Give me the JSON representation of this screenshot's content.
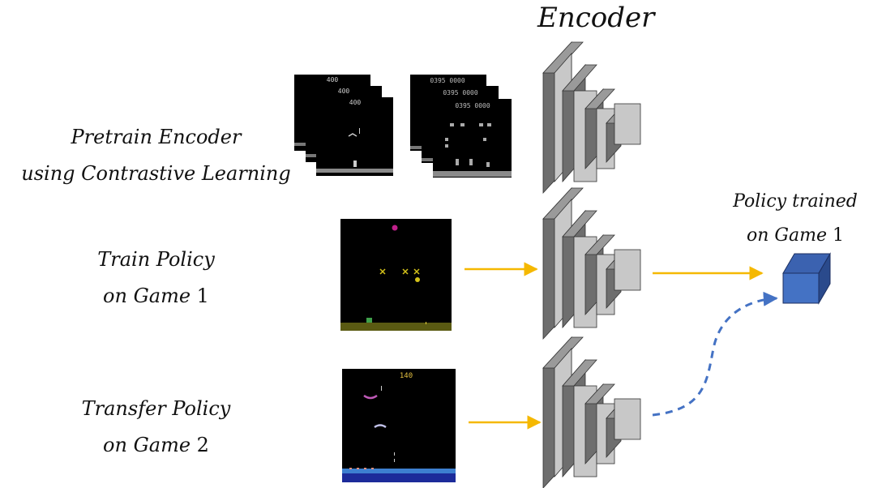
{
  "header": {
    "encoder_title": "Encoder"
  },
  "rows": [
    {
      "line1": "Pretrain Encoder",
      "line2": "using Contrastive Learning",
      "num": ""
    },
    {
      "line1": "Train Policy",
      "line2": "on Game ",
      "num": "1"
    },
    {
      "line1": "Transfer Policy",
      "line2": "on Game ",
      "num": "2"
    }
  ],
  "policy_label": {
    "line1": "Policy trained",
    "line2": "on Game ",
    "num": "1"
  },
  "game_frames": {
    "pretrain_a": [
      "400",
      "400",
      "400"
    ],
    "pretrain_b": [
      "0395  0000",
      "0395  0000",
      "0395  0000"
    ],
    "game2_score": "140"
  },
  "colors": {
    "arrow_solid": "#f5b800",
    "arrow_dashed": "#4472c4",
    "encoder_front": "#c8c8c8",
    "encoder_side": "#6e6e6e",
    "policy_block": "#4472c4",
    "game1_ground": "#5a5a12",
    "game2_water": "#1c2b9a"
  }
}
